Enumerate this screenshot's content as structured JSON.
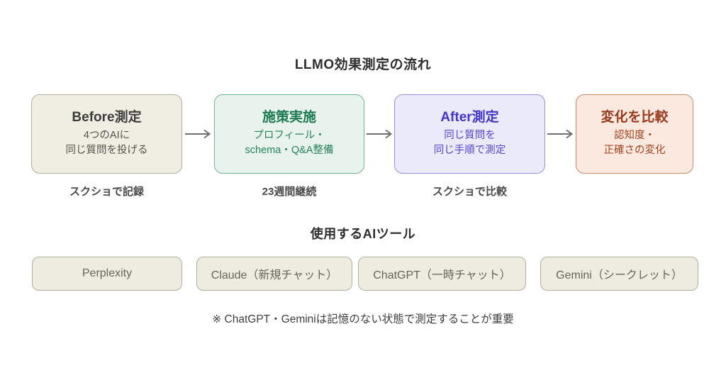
{
  "flow": {
    "title": "LLMO効果測定の流れ",
    "steps": [
      {
        "title": "Before測定",
        "subtitle": "4つのAIに\n同じ質問を投げる",
        "caption": "スクショで記録"
      },
      {
        "title": "施策実施",
        "subtitle": "プロフィール・\nschema・Q&A整備",
        "caption": "23週間継続"
      },
      {
        "title": "After測定",
        "subtitle": "同じ質問を\n同じ手順で測定",
        "caption": "スクショで比較"
      },
      {
        "title": "変化を比較",
        "subtitle": "認知度・\n正確さの変化",
        "caption": ""
      }
    ]
  },
  "tools": {
    "title": "使用するAIツール",
    "items": [
      {
        "label": "Perplexity"
      },
      {
        "label": "Claude（新規チャット）"
      },
      {
        "label": "ChatGPT（一時チャット）"
      },
      {
        "label": "Gemini（シークレット）"
      }
    ],
    "note": "※ ChatGPT・Geminiは記憶のない状態で測定することが重要"
  },
  "colors": {
    "step_before": {
      "bg": "#f0ede3",
      "border": "#b3af9f",
      "text": "#3c3c3c"
    },
    "step_action": {
      "bg": "#e7f3ec",
      "border": "#77b193",
      "text": "#1d7a50"
    },
    "step_after": {
      "bg": "#ebeafa",
      "border": "#9890db",
      "text": "#4334c9"
    },
    "step_compare": {
      "bg": "#fbe9e0",
      "border": "#c8896a",
      "text": "#993a1d"
    },
    "tool_box": {
      "bg": "#eeebe0",
      "border": "#b1ae9e",
      "text": "#67645a"
    },
    "arrow": "#6f6f6f",
    "background": "#ffffff"
  }
}
